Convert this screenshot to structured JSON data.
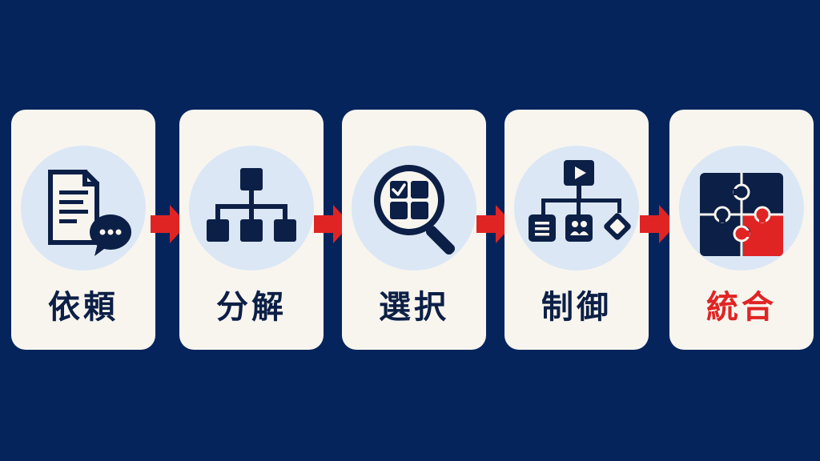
{
  "steps": [
    {
      "label": "依頼",
      "icon": "document-chat-icon"
    },
    {
      "label": "分解",
      "icon": "hierarchy-icon"
    },
    {
      "label": "選択",
      "icon": "magnifier-grid-icon"
    },
    {
      "label": "制御",
      "icon": "control-flow-icon"
    },
    {
      "label": "統合",
      "icon": "puzzle-icon"
    }
  ],
  "colors": {
    "background": "#06245c",
    "card": "#f8f5ef",
    "circle": "#dce7f5",
    "ink": "#0c1f46",
    "accent": "#e02424"
  }
}
